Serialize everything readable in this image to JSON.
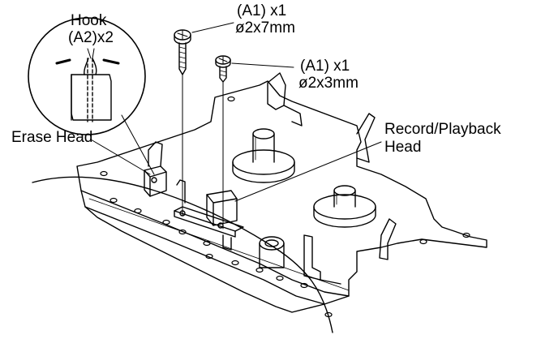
{
  "labels": {
    "hook": "Hook",
    "hook_count": "(A2)x2",
    "screw_long_count": "(A1) x1",
    "screw_long_size": "ø2x7mm",
    "screw_short_count": "(A1) x1",
    "screw_short_size": "ø2x3mm",
    "erase_head": "Erase Head",
    "record_playback_1": "Record/Playback",
    "record_playback_2": "Head"
  },
  "colors": {
    "line": "#000000",
    "background": "#ffffff"
  }
}
